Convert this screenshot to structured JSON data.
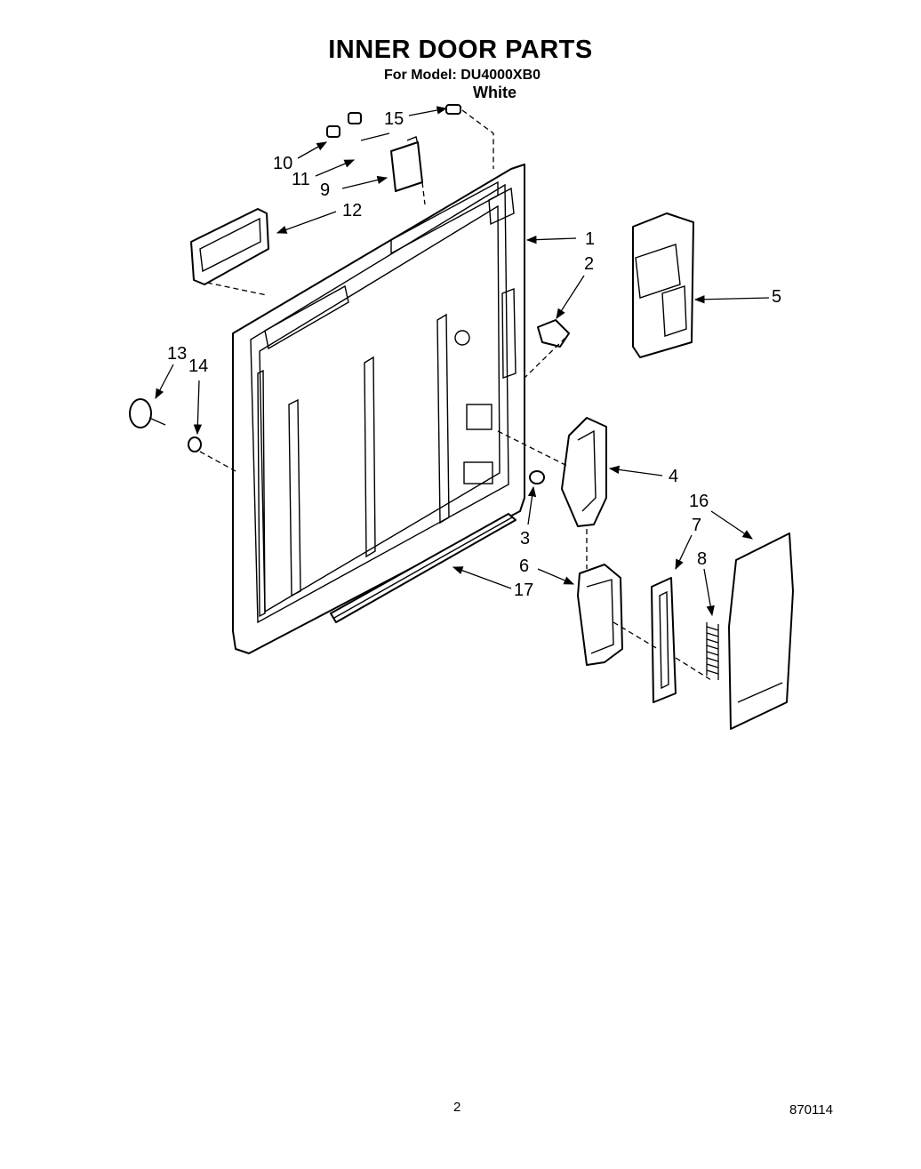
{
  "header": {
    "title": "INNER DOOR PARTS",
    "model_line": "For Model: DU4000XB0",
    "color_line": "White"
  },
  "callouts": [
    {
      "id": "1",
      "text": "1"
    },
    {
      "id": "2",
      "text": "2"
    },
    {
      "id": "3",
      "text": "3"
    },
    {
      "id": "4",
      "text": "4"
    },
    {
      "id": "5",
      "text": "5"
    },
    {
      "id": "6",
      "text": "6"
    },
    {
      "id": "7",
      "text": "7"
    },
    {
      "id": "8",
      "text": "8"
    },
    {
      "id": "9",
      "text": "9"
    },
    {
      "id": "10",
      "text": "10"
    },
    {
      "id": "11",
      "text": "11"
    },
    {
      "id": "12",
      "text": "12"
    },
    {
      "id": "13",
      "text": "13"
    },
    {
      "id": "14",
      "text": "14"
    },
    {
      "id": "15",
      "text": "15"
    },
    {
      "id": "16",
      "text": "16"
    },
    {
      "id": "17",
      "text": "17"
    }
  ],
  "footer": {
    "page_number": "2",
    "doc_code": "870114"
  }
}
